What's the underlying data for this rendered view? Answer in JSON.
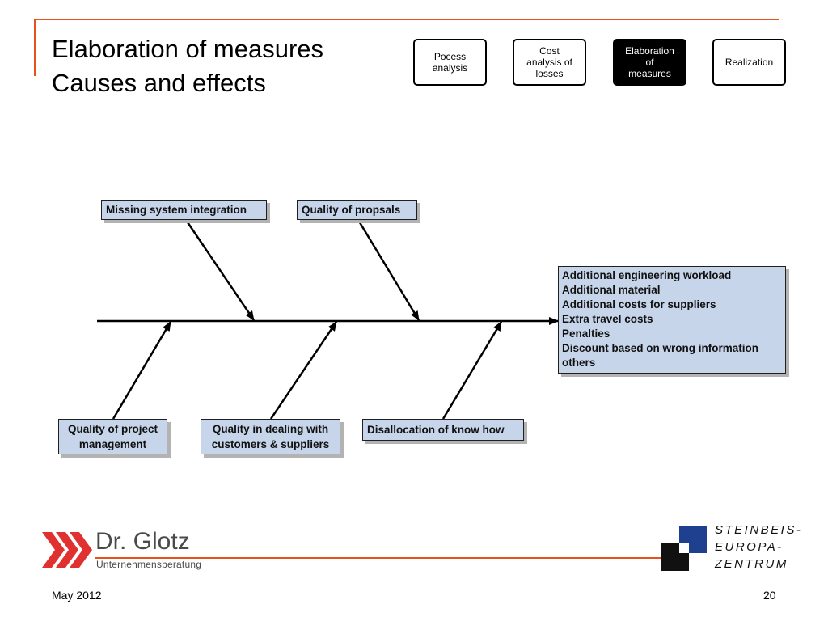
{
  "slide": {
    "title_line1": "Elaboration of measures",
    "title_line2": "Causes and effects"
  },
  "process_steps": [
    {
      "label": "Pocess\nanalysis",
      "active": false
    },
    {
      "label": "Cost\nanalysis of\nlosses",
      "active": false
    },
    {
      "label": "Elaboration\nof\nmeasures",
      "active": true
    },
    {
      "label": "Realization",
      "active": false
    }
  ],
  "causes": {
    "top": [
      "Missing system integration",
      "Quality of propsals"
    ],
    "bottom": [
      "Quality of project\nmanagement",
      "Quality in dealing with\ncustomers & suppliers",
      "Disallocation of know how"
    ]
  },
  "effects": [
    "Additional engineering workload",
    "Additional material",
    "Additional costs for suppliers",
    "Extra travel costs",
    "Penalties",
    "Discount based on wrong information",
    "others"
  ],
  "footer": {
    "logo_name": "Dr. Glotz",
    "logo_sub": "Unternehmensberatung",
    "partner_line1": "STEINBEIS-",
    "partner_line2": "EUROPA-",
    "partner_line3": "ZENTRUM",
    "date": "May 2012",
    "page": "20"
  },
  "colors": {
    "accent": "#e8501c",
    "box_fill": "#c7d5ea",
    "logo_red": "#e03030",
    "logo_blue": "#1f3f8f"
  }
}
